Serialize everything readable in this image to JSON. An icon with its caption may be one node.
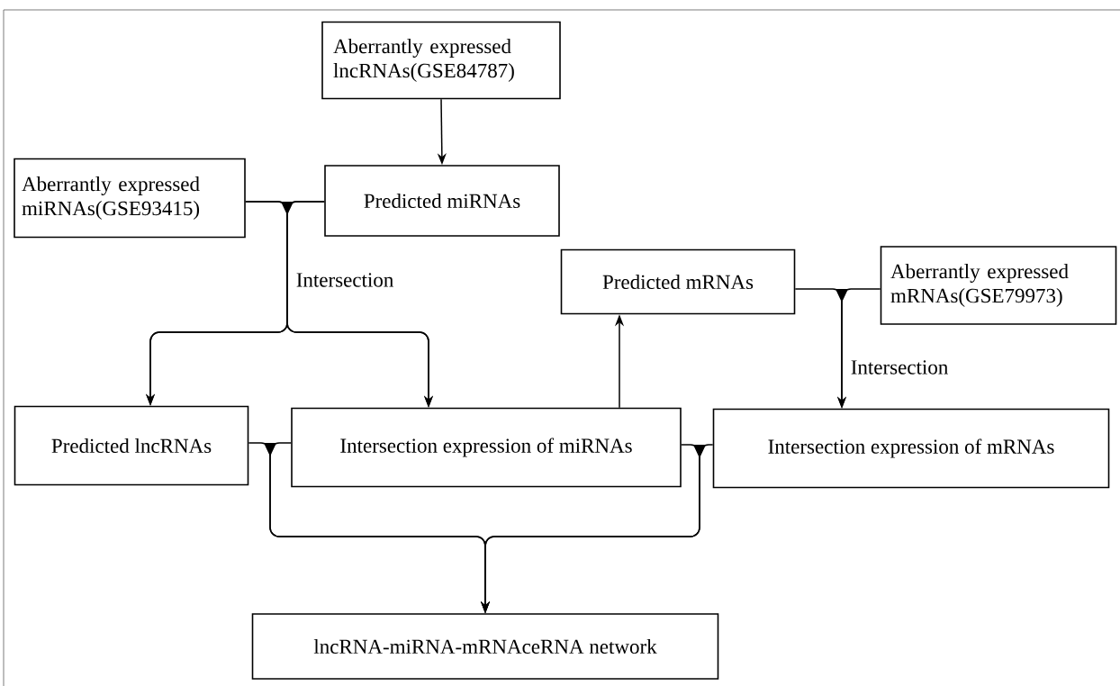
{
  "diagram": {
    "nodes": [
      {
        "text": [
          "Aberrantly expressed lncRNAs(GSE84787)"
        ]
      },
      {
        "text": [
          "Predicted miRNAs"
        ]
      },
      {
        "text": [
          "Aberrantly expressed miRNAs(GSE93415)"
        ]
      },
      {
        "text": [
          "Predicted mRNAs"
        ]
      },
      {
        "text": [
          "Aberrantly expressed mRNAs(GSE79973)"
        ]
      },
      {
        "text": [
          "Predicted lncRNAs"
        ]
      },
      {
        "text": [
          "Intersection expression of miRNAs"
        ]
      },
      {
        "text": [
          "Intersection expression of mRNAs"
        ]
      },
      {
        "text": [
          "lncRNA-miRNA-mRNAceRNA network"
        ]
      }
    ],
    "edges": [
      {
        "from": 0,
        "to": 1,
        "arrow": "to"
      },
      {
        "from": 2,
        "to": 5,
        "arrow": "to",
        "label": "Intersection"
      },
      {
        "from": 2,
        "to": 6,
        "arrow": "to"
      },
      {
        "from": 1,
        "to": 5,
        "arrow": "to"
      },
      {
        "from": 1,
        "to": 6,
        "arrow": "to"
      },
      {
        "from": 6,
        "to": 3,
        "arrow": "to"
      },
      {
        "from": 3,
        "to": 7,
        "arrow": "to"
      },
      {
        "from": 4,
        "to": 7,
        "arrow": "to",
        "label": "Intersection"
      },
      {
        "from": 5,
        "to": 8,
        "arrow": "to"
      },
      {
        "from": 6,
        "to": 8,
        "arrow": "to"
      },
      {
        "from": 6,
        "to": 8,
        "arrow": "to"
      },
      {
        "from": 7,
        "to": 8,
        "arrow": "to"
      }
    ]
  }
}
